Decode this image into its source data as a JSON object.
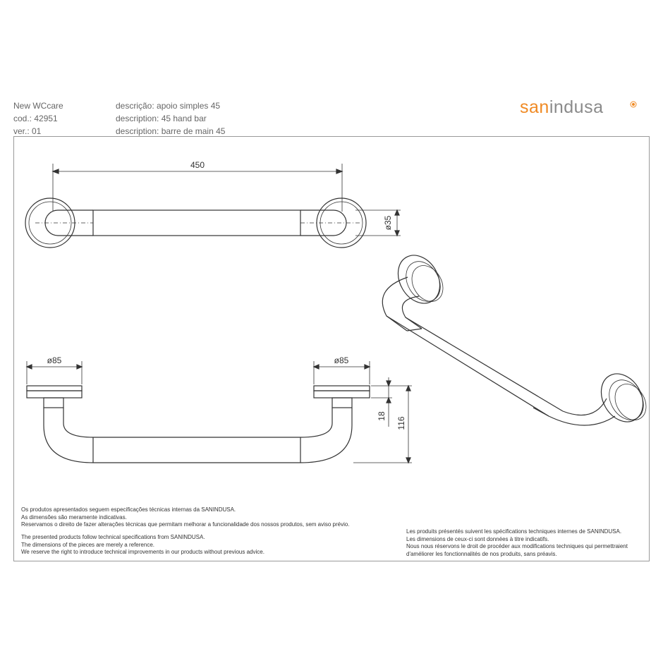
{
  "header": {
    "product_line": "New WCcare",
    "code": "cod.: 42951",
    "version": "ver.: 01",
    "desc_pt": "descrição: apoio simples 45",
    "desc_en": "description: 45 hand bar",
    "desc_fr": "description: barre de main 45"
  },
  "logo": {
    "part1": "san",
    "part2": "indusa"
  },
  "dimensions": {
    "length": "450",
    "tube_diameter": "ø35",
    "rosette_left": "ø85",
    "rosette_right": "ø85",
    "rosette_depth": "18",
    "projection": "116"
  },
  "notes": {
    "pt": [
      "Os produtos apresentados seguem especificações técnicas internas da SANINDUSA.",
      "As dimensões são meramente indicativas.",
      "Reservamos o direito de fazer alterações técnicas que permitam melhorar a funcionalidade dos nossos produtos, sem aviso prévio."
    ],
    "en": [
      "The presented products follow technical specifications from SANINDUSA.",
      "The dimensions of the pieces are merely a reference.",
      "We reserve the right to introduce technical improvements in our products without previous advice."
    ],
    "fr": [
      "Les produits présentés suivent les spécifications techniques internes de SANINDUSA.",
      "Les dimensions de ceux-ci sont données à titre indicatifs.",
      "Nous nous réservons le droit de procéder aux modifications techniques qui permettraient",
      "d'améliorer les fonctionnalités de nos produits, sans préavis."
    ]
  },
  "colors": {
    "brand_orange": "#f08a24",
    "brand_grey": "#8a8a8a",
    "line": "#333333"
  }
}
